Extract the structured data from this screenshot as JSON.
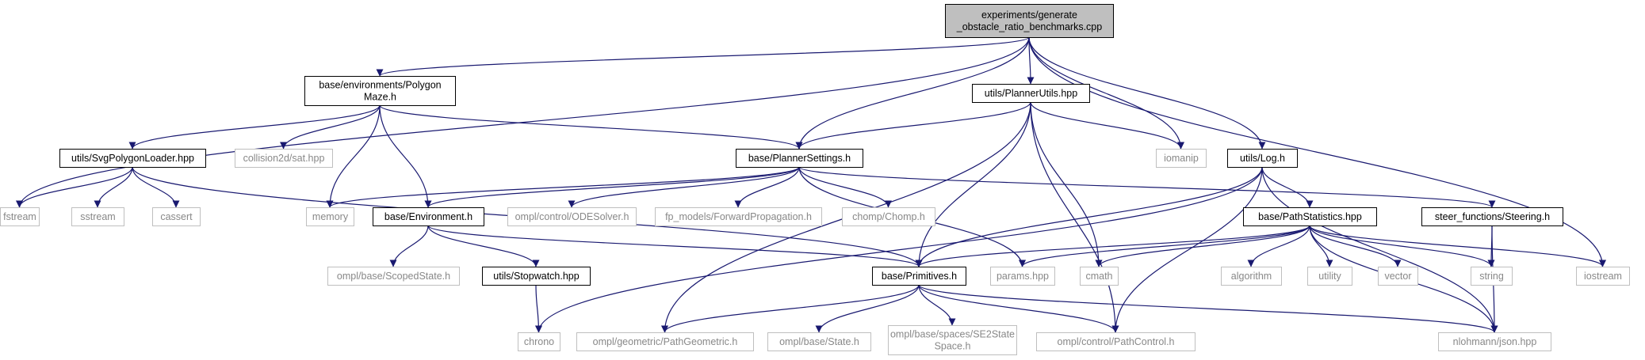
{
  "colors": {
    "edge": "#191970",
    "root_fill": "#bfbfbf",
    "node_border": "#000000",
    "external_border": "#bfbfbf",
    "external_text": "#888888",
    "text": "#000000"
  },
  "nodes": [
    {
      "id": "root",
      "lines": [
        "experiments/generate",
        "_obstacle_ratio_benchmarks.cpp"
      ],
      "kind": "root"
    },
    {
      "id": "polygon_maze",
      "lines": [
        "base/environments/Polygon",
        "Maze.h"
      ],
      "kind": "file"
    },
    {
      "id": "planner_utils",
      "lines": [
        "utils/PlannerUtils.hpp"
      ],
      "kind": "file"
    },
    {
      "id": "svg_loader",
      "lines": [
        "utils/SvgPolygonLoader.hpp"
      ],
      "kind": "file"
    },
    {
      "id": "sat",
      "lines": [
        "collision2d/sat.hpp"
      ],
      "kind": "external"
    },
    {
      "id": "planner_settings",
      "lines": [
        "base/PlannerSettings.h"
      ],
      "kind": "file"
    },
    {
      "id": "iomanip",
      "lines": [
        "iomanip"
      ],
      "kind": "external"
    },
    {
      "id": "log",
      "lines": [
        "utils/Log.h"
      ],
      "kind": "file"
    },
    {
      "id": "fstream",
      "lines": [
        "fstream"
      ],
      "kind": "external"
    },
    {
      "id": "sstream",
      "lines": [
        "sstream"
      ],
      "kind": "external"
    },
    {
      "id": "cassert",
      "lines": [
        "cassert"
      ],
      "kind": "external"
    },
    {
      "id": "memory",
      "lines": [
        "memory"
      ],
      "kind": "external"
    },
    {
      "id": "environment",
      "lines": [
        "base/Environment.h"
      ],
      "kind": "file"
    },
    {
      "id": "odesolver",
      "lines": [
        "ompl/control/ODESolver.h"
      ],
      "kind": "external"
    },
    {
      "id": "forward_prop",
      "lines": [
        "fp_models/ForwardPropagation.h"
      ],
      "kind": "external"
    },
    {
      "id": "chomp",
      "lines": [
        "chomp/Chomp.h"
      ],
      "kind": "external"
    },
    {
      "id": "path_stats",
      "lines": [
        "base/PathStatistics.hpp"
      ],
      "kind": "file"
    },
    {
      "id": "steering",
      "lines": [
        "steer_functions/Steering.h"
      ],
      "kind": "file"
    },
    {
      "id": "scoped_state",
      "lines": [
        "ompl/base/ScopedState.h"
      ],
      "kind": "external"
    },
    {
      "id": "stopwatch",
      "lines": [
        "utils/Stopwatch.hpp"
      ],
      "kind": "file"
    },
    {
      "id": "primitives",
      "lines": [
        "base/Primitives.h"
      ],
      "kind": "file"
    },
    {
      "id": "params",
      "lines": [
        "params.hpp"
      ],
      "kind": "external"
    },
    {
      "id": "cmath",
      "lines": [
        "cmath"
      ],
      "kind": "external"
    },
    {
      "id": "algorithm",
      "lines": [
        "algorithm"
      ],
      "kind": "external"
    },
    {
      "id": "utility",
      "lines": [
        "utility"
      ],
      "kind": "external"
    },
    {
      "id": "vector",
      "lines": [
        "vector"
      ],
      "kind": "external"
    },
    {
      "id": "string",
      "lines": [
        "string"
      ],
      "kind": "external"
    },
    {
      "id": "iostream",
      "lines": [
        "iostream"
      ],
      "kind": "external"
    },
    {
      "id": "chrono",
      "lines": [
        "chrono"
      ],
      "kind": "external"
    },
    {
      "id": "path_geometric",
      "lines": [
        "ompl/geometric/PathGeometric.h"
      ],
      "kind": "external"
    },
    {
      "id": "ompl_state",
      "lines": [
        "ompl/base/State.h"
      ],
      "kind": "external"
    },
    {
      "id": "se2",
      "lines": [
        "ompl/base/spaces/SE2State",
        "Space.h"
      ],
      "kind": "external"
    },
    {
      "id": "path_control",
      "lines": [
        "ompl/control/PathControl.h"
      ],
      "kind": "external"
    },
    {
      "id": "json",
      "lines": [
        "nlohmann/json.hpp"
      ],
      "kind": "external"
    }
  ],
  "edges": [
    [
      "root",
      "polygon_maze"
    ],
    [
      "root",
      "planner_utils"
    ],
    [
      "root",
      "planner_settings"
    ],
    [
      "root",
      "iomanip"
    ],
    [
      "root",
      "log"
    ],
    [
      "root",
      "fstream"
    ],
    [
      "root",
      "iostream"
    ],
    [
      "polygon_maze",
      "svg_loader"
    ],
    [
      "polygon_maze",
      "sat"
    ],
    [
      "polygon_maze",
      "planner_settings"
    ],
    [
      "polygon_maze",
      "memory"
    ],
    [
      "polygon_maze",
      "environment"
    ],
    [
      "planner_utils",
      "planner_settings"
    ],
    [
      "planner_utils",
      "iomanip"
    ],
    [
      "planner_utils",
      "primitives"
    ],
    [
      "planner_utils",
      "cmath"
    ],
    [
      "planner_utils",
      "path_control"
    ],
    [
      "planner_utils",
      "path_geometric"
    ],
    [
      "svg_loader",
      "fstream"
    ],
    [
      "svg_loader",
      "sstream"
    ],
    [
      "svg_loader",
      "cassert"
    ],
    [
      "svg_loader",
      "primitives"
    ],
    [
      "planner_settings",
      "memory"
    ],
    [
      "planner_settings",
      "environment"
    ],
    [
      "planner_settings",
      "odesolver"
    ],
    [
      "planner_settings",
      "forward_prop"
    ],
    [
      "planner_settings",
      "chomp"
    ],
    [
      "planner_settings",
      "params"
    ],
    [
      "planner_settings",
      "steering"
    ],
    [
      "log",
      "path_stats"
    ],
    [
      "log",
      "primitives"
    ],
    [
      "log",
      "chrono"
    ],
    [
      "log",
      "path_control"
    ],
    [
      "log",
      "json"
    ],
    [
      "environment",
      "scoped_state"
    ],
    [
      "environment",
      "stopwatch"
    ],
    [
      "environment",
      "primitives"
    ],
    [
      "stopwatch",
      "chrono"
    ],
    [
      "path_stats",
      "primitives"
    ],
    [
      "path_stats",
      "params"
    ],
    [
      "path_stats",
      "cmath"
    ],
    [
      "path_stats",
      "algorithm"
    ],
    [
      "path_stats",
      "utility"
    ],
    [
      "path_stats",
      "vector"
    ],
    [
      "path_stats",
      "string"
    ],
    [
      "path_stats",
      "iostream"
    ],
    [
      "path_stats",
      "json"
    ],
    [
      "steering",
      "string"
    ],
    [
      "steering",
      "json"
    ],
    [
      "primitives",
      "path_geometric"
    ],
    [
      "primitives",
      "ompl_state"
    ],
    [
      "primitives",
      "se2"
    ],
    [
      "primitives",
      "path_control"
    ],
    [
      "primitives",
      "json"
    ]
  ]
}
